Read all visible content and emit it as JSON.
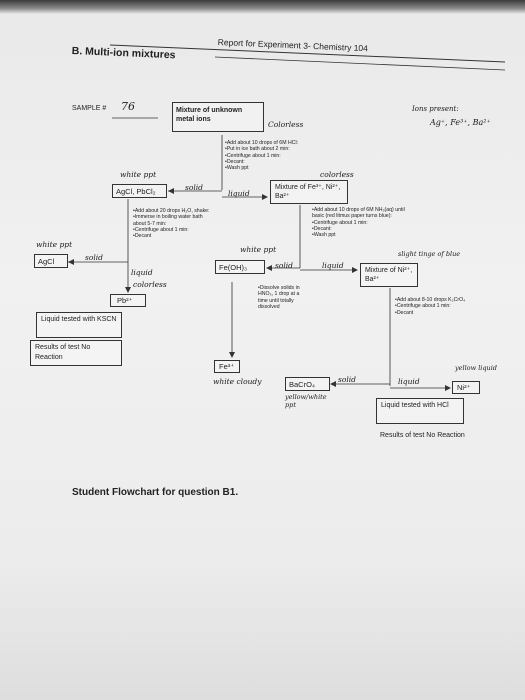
{
  "header": {
    "report_title": "Report for Experiment 3- Chemistry 104",
    "section_title": "B. Multi-ion mixtures"
  },
  "sample": {
    "label": "SAMPLE #",
    "number": "76",
    "ions_present_label": "Ions present:",
    "ions_present": "Ag⁺, Fe³⁺, Ba²⁺"
  },
  "flowchart": {
    "start_box": "Mixture of unknown metal ions",
    "start_note": "Colorless",
    "step1_procedure": "•Add about 10 drops of 6M HCl:\n•Put in ice bath about 2 min:\n•Centrifuge about 1 min:\n•Decant:\n•Wash ppt",
    "step1_solid_note": "white ppt",
    "step1_solid_box": "AgCl, PbCl₂",
    "solid_label": "solid",
    "liquid_label": "liquid",
    "step1_liquid_note": "colorless",
    "step1_liquid_box": "Mixture of Fe³⁺, Ni²⁺, Ba²⁺",
    "step2_procedure": "•Add about 20 drops H₂O, shake:\n•Immerse in boiling water bath\nabout 5-7 min:\n•Centrifuge about 1 min:\n•Decant",
    "step2_solid_note": "white ppt",
    "step2_solid_box": "AgCl",
    "step2_liquid_note": "colorless",
    "step2_liquid_box": "Pb²⁺",
    "step2_test_box": "Liquid tested with KSCN",
    "step2_result_box": "Results of test No Reaction",
    "step3_procedure": "•Add about 10 drops of 6M NH₃(aq) until\nbasic (red litmus paper turns blue):\n•Centrifuge about 1 min:\n•Decant:\n•Wash ppt",
    "step3_solid_note": "white ppt",
    "step3_solid_box": "Fe(OH)₃",
    "step3_liquid_note": "slight tinge of blue",
    "step3_liquid_box": "Mixture of Ni²⁺, Ba²⁺",
    "step4_procedure": "•Dissolve solids in\nHNO₃, 1 drop at a\ntime until totally\ndissolved",
    "step4_box": "Fe³⁺",
    "step4_note": "white cloudy",
    "step5_procedure": "•Add about 8-10 drops K₂CrO₄\n•Centrifuge about 1 min:\n•Decant",
    "step5_solid_box": "BaCrO₄",
    "step5_solid_note": "yellow/white ppt",
    "step5_liquid_note": "yellow liquid",
    "step5_liquid_box": "Ni²⁺",
    "step5_test_box": "Liquid tested with HCl",
    "step5_result_box": "Results of test No Reaction"
  },
  "caption": "Student Flowchart for question B1."
}
